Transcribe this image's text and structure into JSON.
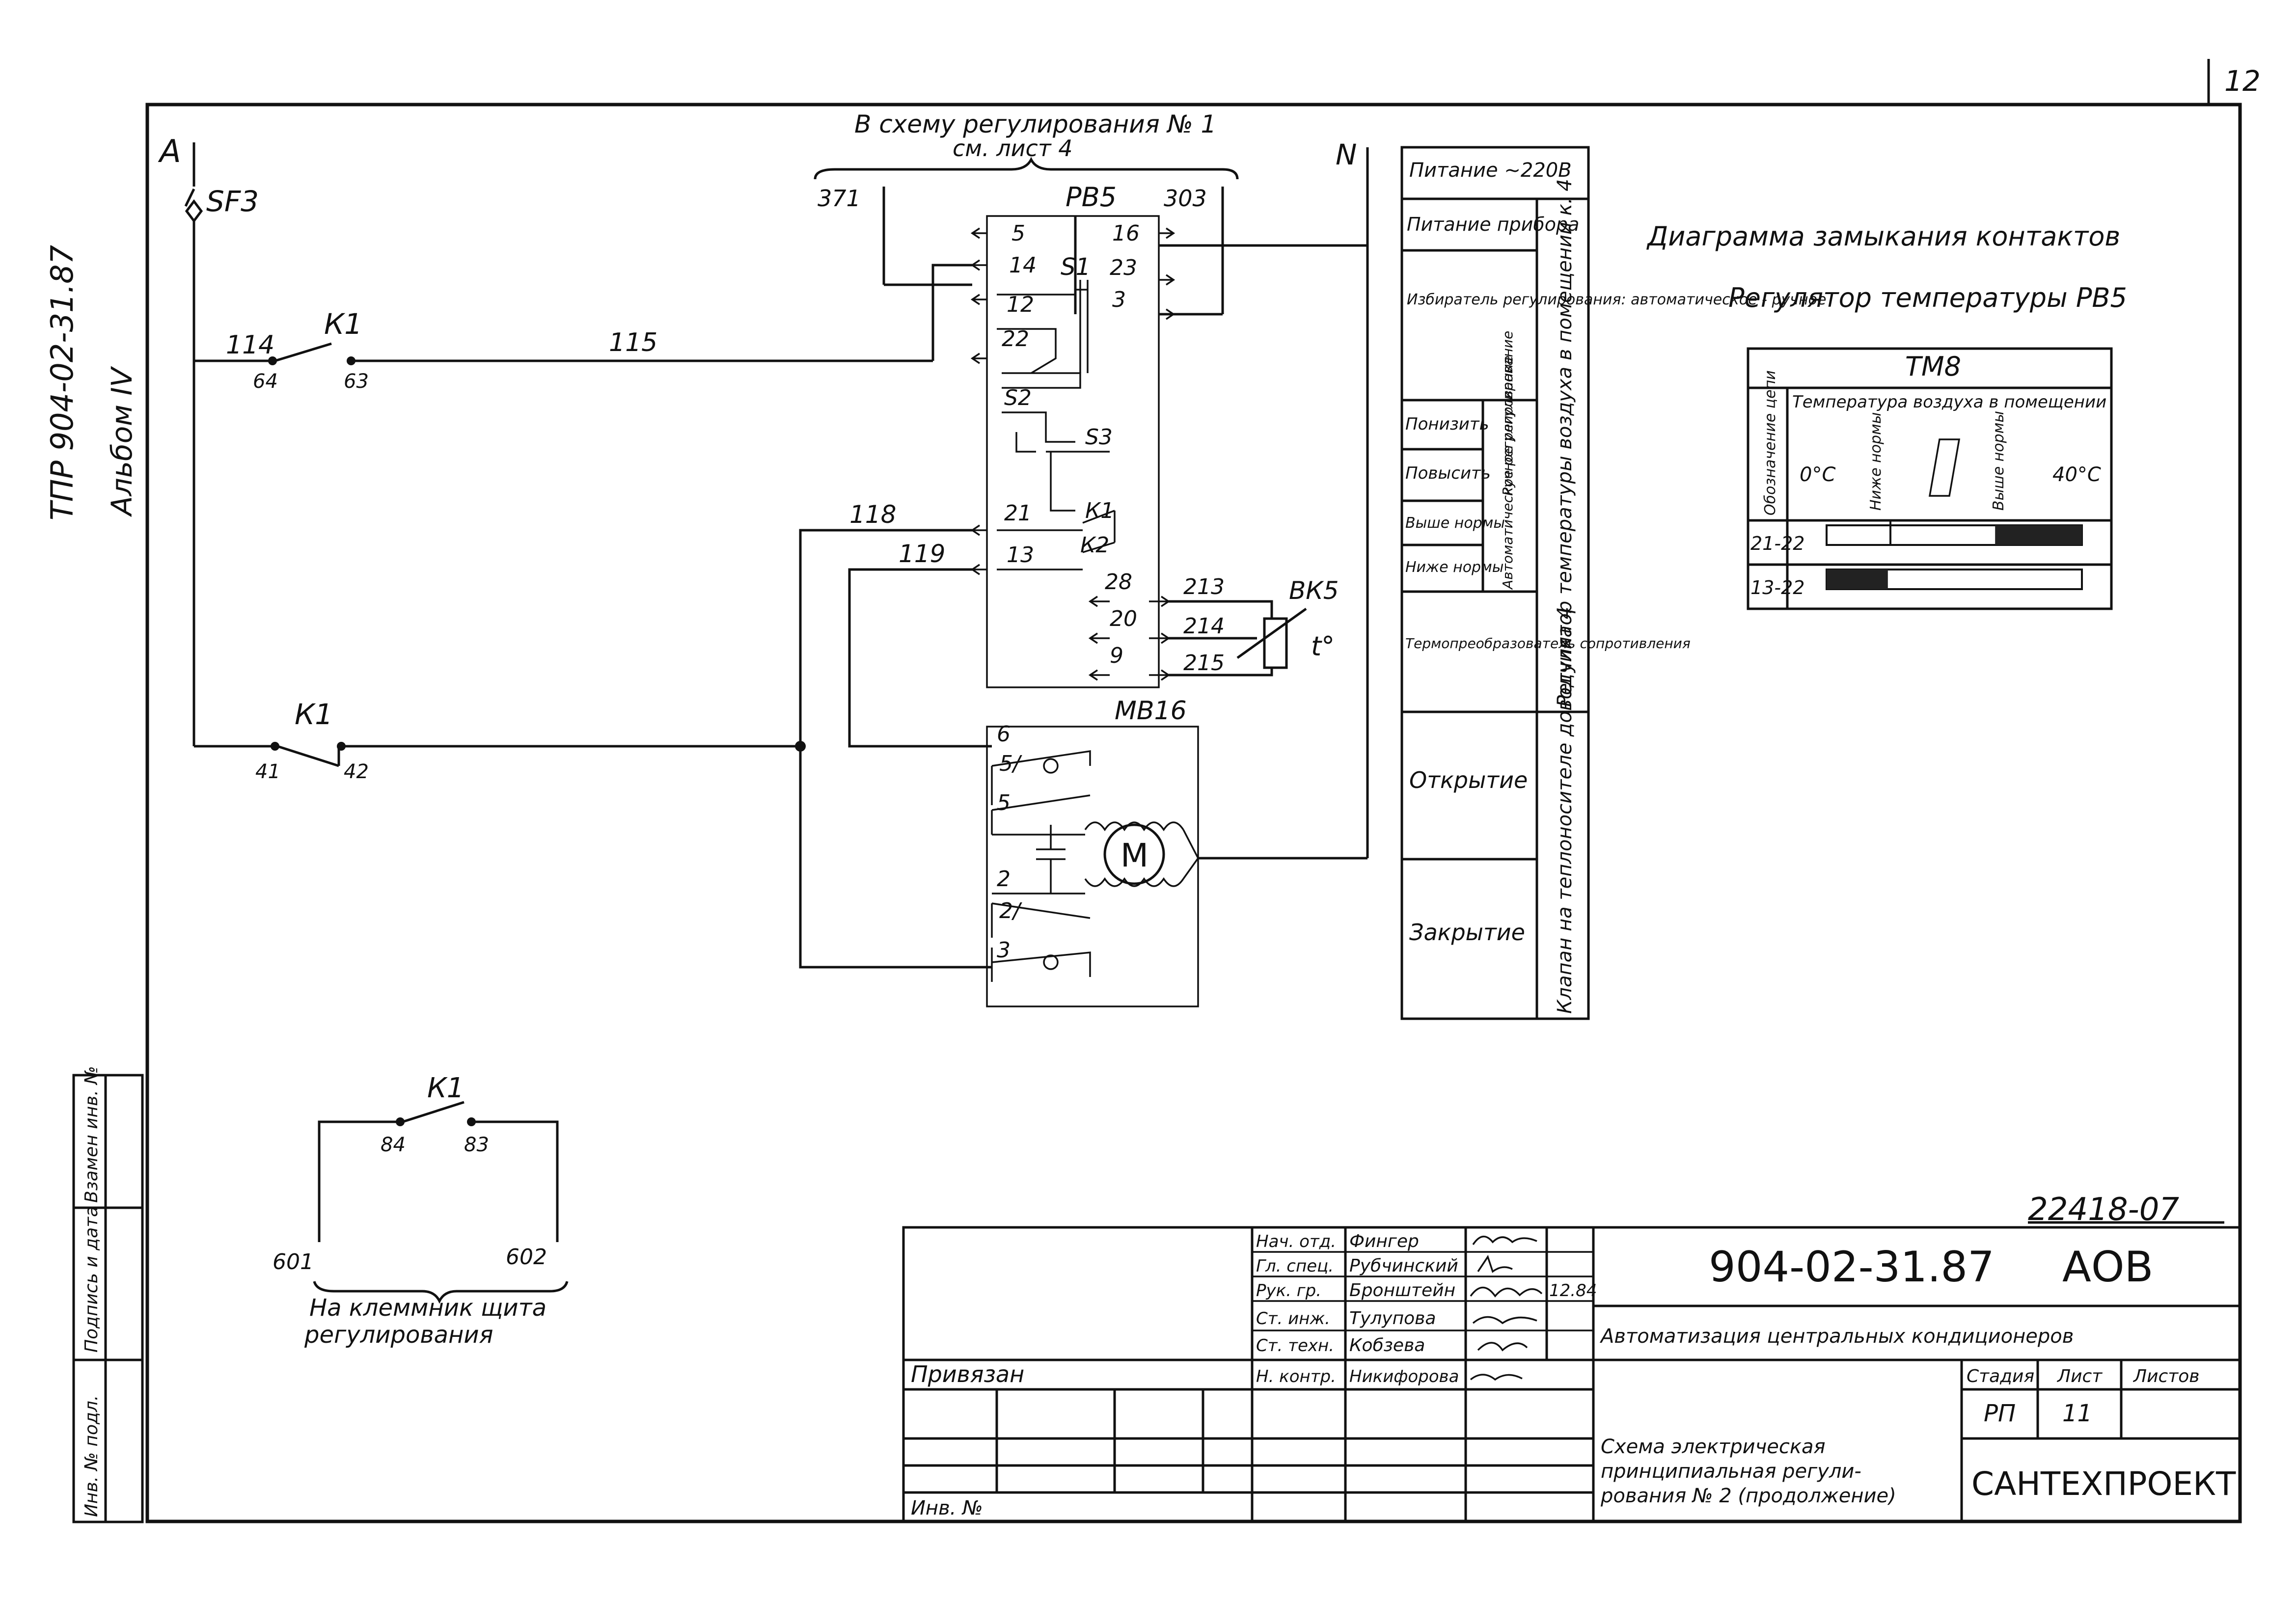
{
  "sheet": {
    "number": "12",
    "document_code": "904-02-31.87",
    "document_suffix": "АОВ",
    "side_code": "ТПР 904-02-31.87",
    "side_album": "Альбом IV",
    "archive_number": "22418-07"
  },
  "scheme": {
    "top_note_line1": "В схему регулирования № 1",
    "top_note_line2": "см. лист 4",
    "phase_label": "А",
    "neutral_label": "N",
    "breaker_label": "SF3",
    "regulator_label": "РВ5",
    "wire_371": "371",
    "wire_303": "303",
    "wire_114": "114",
    "wire_115": "115",
    "wire_118": "118",
    "wire_119": "119",
    "wire_213": "213",
    "wire_214": "214",
    "wire_215": "215",
    "relay_label": "К1",
    "k1_top_left": "64",
    "k1_top_right": "63",
    "k1_bottom_left": "41",
    "k1_bottom_right": "42",
    "switch_s1": "S1",
    "switch_s2": "S2",
    "switch_s3": "S3",
    "relay_k1_small": "К1",
    "relay_k2_small": "К2",
    "terminals": [
      "5",
      "16",
      "14",
      "23",
      "12",
      "3",
      "22",
      "21",
      "13",
      "28",
      "20",
      "9"
    ],
    "sensor_label": "ВК5",
    "sensor_temp": "t°",
    "actuator_label": "МВ16",
    "act_term_6": "6",
    "act_term_51": "5/",
    "act_term_5": "5",
    "act_term_2": "2",
    "act_term_21": "2/",
    "act_term_3": "3",
    "motor_symbol": "М",
    "aux_relay_label": "К1",
    "aux_left": "84",
    "aux_right": "83",
    "aux_601": "601",
    "aux_602": "602",
    "aux_note_line1": "На клеммник щита",
    "aux_note_line2": "регулирования"
  },
  "function_table": {
    "rows": [
      "Питание ~220В",
      "Питание прибора",
      "Избиратель регулирования: автоматическое - ручное",
      "Понизить",
      "Повысить",
      "Выше нормы",
      "Ниже нормы",
      "Термопреобразователь сопротивления",
      "Открытие",
      "Закрытие"
    ],
    "mid_manual": "Ручное регулирование",
    "mid_auto": "Автоматическое регулирование",
    "group1": "Регулятор температуры воздуха в помещении к. 4",
    "group2": "Клапан на теплоносителе доводчика 4"
  },
  "contact_diagram": {
    "title": "Диаграмма замыкания контактов",
    "subtitle": "Регулятор температуры РВ5",
    "header": "ТМ8",
    "col_designation": "Обозначение цепи",
    "col_temperature": "Температура воздуха в помещении",
    "scale": [
      "0°С",
      "Ниже нормы",
      "Выше нормы",
      "40°С"
    ],
    "rows": [
      {
        "circuit": "21-22",
        "closed_from": 0.66,
        "closed_to": 1.0
      },
      {
        "circuit": "13-22",
        "closed_from": 0.0,
        "closed_to": 0.24
      }
    ]
  },
  "title_block": {
    "staff": [
      {
        "role": "Нач. отд.",
        "name": "Фингер"
      },
      {
        "role": "Гл. спец.",
        "name": "Рубчинский"
      },
      {
        "role": "Рук. гр.",
        "name": "Бронштейн"
      },
      {
        "role": "Ст. инж.",
        "name": "Тулупова"
      },
      {
        "role": "Ст. техн.",
        "name": "Кобзева"
      },
      {
        "role": "Н. контр.",
        "name": "Никифорова"
      }
    ],
    "date": "12.84",
    "project_title": "Автоматизация центральных кондиционеров",
    "stage_label": "Стадия",
    "sheet_label": "Лист",
    "sheets_label": "Листов",
    "stage": "РП",
    "sheet": "11",
    "drawing_title_line1": "Схема электрическая",
    "drawing_title_line2": "принципиальная регули-",
    "drawing_title_line3": "рования № 2 (продолжение)",
    "organization": "САНТЕХПРОЕКТ",
    "privyazan": "Привязан",
    "inv_no": "Инв. №"
  },
  "side_stamp": [
    "Инв. № подл.",
    "Подпись и дата",
    "Взамен инв. №"
  ]
}
